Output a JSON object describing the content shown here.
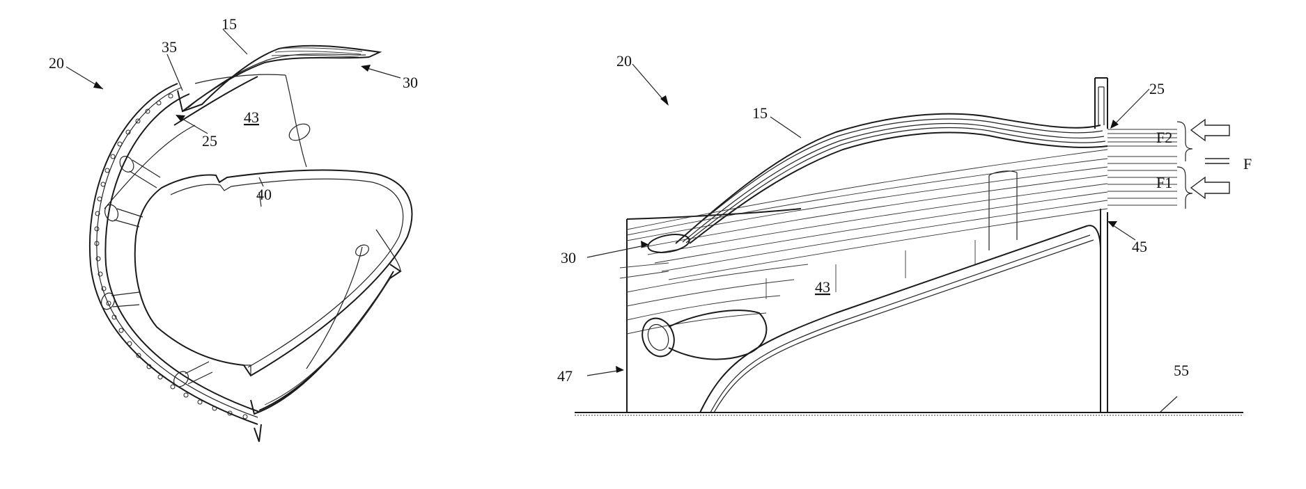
{
  "figure_left": {
    "labels": {
      "ref_20": "20",
      "ref_35": "35",
      "ref_15": "15",
      "ref_30": "30",
      "ref_43": "43",
      "ref_25": "25",
      "ref_40": "40"
    }
  },
  "figure_right": {
    "labels": {
      "ref_20": "20",
      "ref_15": "15",
      "ref_25": "25",
      "ref_F2": "F2",
      "ref_F": "F",
      "ref_F1": "F1",
      "ref_45": "45",
      "ref_30": "30",
      "ref_43": "43",
      "ref_47": "47",
      "ref_55": "55"
    }
  },
  "colors": {
    "ink": "#1a1a1a",
    "background": "#ffffff"
  }
}
